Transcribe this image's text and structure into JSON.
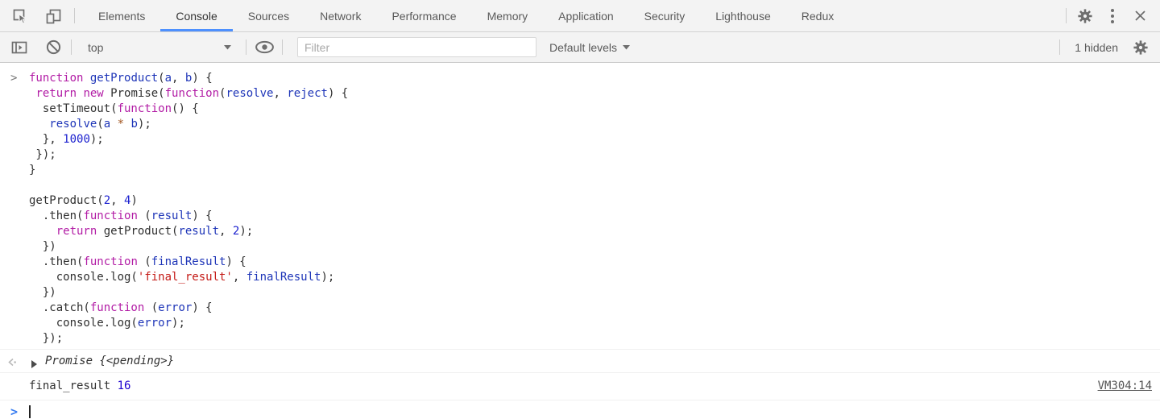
{
  "tabbar": {
    "tabs": [
      {
        "label": "Elements",
        "active": false
      },
      {
        "label": "Console",
        "active": true
      },
      {
        "label": "Sources",
        "active": false
      },
      {
        "label": "Network",
        "active": false
      },
      {
        "label": "Performance",
        "active": false
      },
      {
        "label": "Memory",
        "active": false
      },
      {
        "label": "Application",
        "active": false
      },
      {
        "label": "Security",
        "active": false
      },
      {
        "label": "Lighthouse",
        "active": false
      },
      {
        "label": "Redux",
        "active": false
      }
    ],
    "icons": [
      "inspect-cursor",
      "device-toolbar",
      "settings-gear",
      "more-menu",
      "close-x"
    ]
  },
  "toolbar": {
    "icons": [
      "console-sidebar-toggle",
      "clear-console",
      "eye-live-expression",
      "settings-gear"
    ],
    "context_selector": {
      "value": "top"
    },
    "filter": {
      "placeholder": "Filter",
      "value": ""
    },
    "levels": {
      "label": "Default levels"
    },
    "hidden_badge": "1 hidden"
  },
  "console": {
    "input": {
      "prompt": ">",
      "lines": [
        [
          [
            "k",
            "function"
          ],
          [
            "p",
            " "
          ],
          [
            "d",
            "getProduct"
          ],
          [
            "p",
            "("
          ],
          [
            "d",
            "a"
          ],
          [
            "p",
            ", "
          ],
          [
            "d",
            "b"
          ],
          [
            "p",
            ") {"
          ]
        ],
        [
          [
            "p",
            " "
          ],
          [
            "k",
            "return"
          ],
          [
            "p",
            " "
          ],
          [
            "k",
            "new"
          ],
          [
            "p",
            " Promise("
          ],
          [
            "k",
            "function"
          ],
          [
            "p",
            "("
          ],
          [
            "d",
            "resolve"
          ],
          [
            "p",
            ", "
          ],
          [
            "d",
            "reject"
          ],
          [
            "p",
            ") {"
          ]
        ],
        [
          [
            "p",
            "  setTimeout("
          ],
          [
            "k",
            "function"
          ],
          [
            "p",
            "() {"
          ]
        ],
        [
          [
            "p",
            "   "
          ],
          [
            "d",
            "resolve"
          ],
          [
            "p",
            "("
          ],
          [
            "d",
            "a"
          ],
          [
            "p",
            " "
          ],
          [
            "o",
            "*"
          ],
          [
            "p",
            " "
          ],
          [
            "d",
            "b"
          ],
          [
            "p",
            ");"
          ]
        ],
        [
          [
            "p",
            "  }, "
          ],
          [
            "n",
            "1000"
          ],
          [
            "p",
            ");"
          ]
        ],
        [
          [
            "p",
            " });"
          ]
        ],
        [
          [
            "p",
            "}"
          ]
        ],
        [],
        [
          [
            "p",
            "getProduct("
          ],
          [
            "n",
            "2"
          ],
          [
            "p",
            ", "
          ],
          [
            "n",
            "4"
          ],
          [
            "p",
            ")"
          ]
        ],
        [
          [
            "p",
            "  .then("
          ],
          [
            "k",
            "function"
          ],
          [
            "p",
            " ("
          ],
          [
            "d",
            "result"
          ],
          [
            "p",
            ") {"
          ]
        ],
        [
          [
            "p",
            "    "
          ],
          [
            "k",
            "return"
          ],
          [
            "p",
            " getProduct("
          ],
          [
            "d",
            "result"
          ],
          [
            "p",
            ", "
          ],
          [
            "n",
            "2"
          ],
          [
            "p",
            ");"
          ]
        ],
        [
          [
            "p",
            "  })"
          ]
        ],
        [
          [
            "p",
            "  .then("
          ],
          [
            "k",
            "function"
          ],
          [
            "p",
            " ("
          ],
          [
            "d",
            "finalResult"
          ],
          [
            "p",
            ") {"
          ]
        ],
        [
          [
            "p",
            "    console.log("
          ],
          [
            "s",
            "'final_result'"
          ],
          [
            "p",
            ", "
          ],
          [
            "d",
            "finalResult"
          ],
          [
            "p",
            ");"
          ]
        ],
        [
          [
            "p",
            "  })"
          ]
        ],
        [
          [
            "p",
            "  .catch("
          ],
          [
            "k",
            "function"
          ],
          [
            "p",
            " ("
          ],
          [
            "d",
            "error"
          ],
          [
            "p",
            ") {"
          ]
        ],
        [
          [
            "p",
            "    console.log("
          ],
          [
            "d",
            "error"
          ],
          [
            "p",
            ");"
          ]
        ],
        [
          [
            "p",
            "  });"
          ]
        ]
      ]
    },
    "result": {
      "icon": "return-value-arrow",
      "text": "Promise {<pending>}"
    },
    "log": {
      "message": "final_result",
      "value": "16",
      "source_link": "VM304:14"
    },
    "prompt": {
      "chevron": ">"
    }
  },
  "colors": {
    "accent_blue": "#4d90fe",
    "prompt_blue": "#367cf1",
    "keyword": "#b21ca5",
    "identifier": "#1e35b8",
    "number": "#1c21cf",
    "string": "#c41a16",
    "operator": "#a1541f",
    "toolbar_bg": "#f3f3f3",
    "icon_gray": "#6e6e6e"
  }
}
